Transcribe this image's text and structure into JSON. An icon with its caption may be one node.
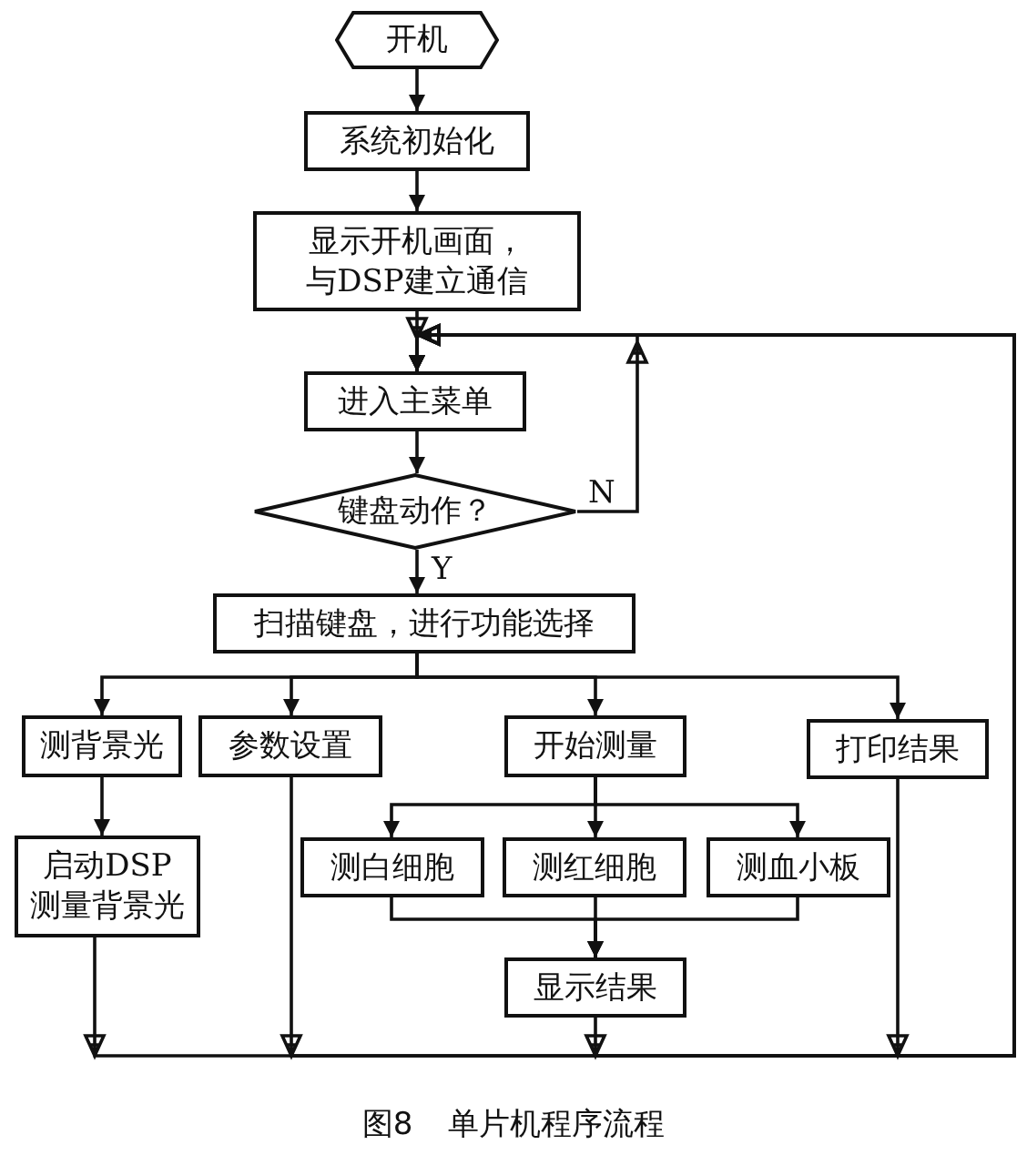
{
  "diagram": {
    "caption": "图8 单片机程序流程",
    "nodes": [
      {
        "text": [
          "开机"
        ]
      },
      {
        "text": [
          "系统初始化"
        ]
      },
      {
        "text": [
          "显示开机画面，与DSP建立通信"
        ]
      },
      {
        "text": [
          "进入主菜单"
        ]
      },
      {
        "text": [
          "键盘动作？"
        ]
      },
      {
        "text": [
          "扫描键盘，进行功能选择"
        ]
      },
      {
        "text": [
          "测背景光"
        ]
      },
      {
        "text": [
          "参数设置"
        ]
      },
      {
        "text": [
          "开始测量"
        ]
      },
      {
        "text": [
          "打印结果"
        ]
      },
      {
        "text": [
          "启动DSP 测量背景光"
        ]
      },
      {
        "text": [
          "测白细胞"
        ]
      },
      {
        "text": [
          "测红细胞"
        ]
      },
      {
        "text": [
          "测血小板"
        ]
      },
      {
        "text": [
          "显示结果"
        ]
      }
    ],
    "edges": [
      {
        "from": 0,
        "to": 1,
        "arrow": "to"
      },
      {
        "from": 1,
        "to": 2,
        "arrow": "to"
      },
      {
        "from": 2,
        "to": 3,
        "arrow": "to"
      },
      {
        "from": 3,
        "to": 4,
        "arrow": "to"
      },
      {
        "from": 4,
        "to": 5,
        "arrow": "to",
        "label": "Y"
      },
      {
        "from": 4,
        "to": 3,
        "arrow": "to",
        "label": "N"
      },
      {
        "from": 5,
        "to": 6,
        "arrow": "to"
      },
      {
        "from": 5,
        "to": 7,
        "arrow": "to"
      },
      {
        "from": 5,
        "to": 8,
        "arrow": "to"
      },
      {
        "from": 5,
        "to": 9,
        "arrow": "to"
      },
      {
        "from": 6,
        "to": 10,
        "arrow": "to"
      },
      {
        "from": 8,
        "to": 11,
        "arrow": "to"
      },
      {
        "from": 8,
        "to": 12,
        "arrow": "to"
      },
      {
        "from": 8,
        "to": 13,
        "arrow": "to"
      },
      {
        "from": 11,
        "to": 14,
        "arrow": "to"
      },
      {
        "from": 12,
        "to": 14,
        "arrow": "to"
      },
      {
        "from": 13,
        "to": 14,
        "arrow": "to"
      },
      {
        "from": 10,
        "to": 3,
        "arrow": "to"
      },
      {
        "from": 7,
        "to": 3,
        "arrow": "to"
      },
      {
        "from": 14,
        "to": 3,
        "arrow": "to"
      },
      {
        "from": 9,
        "to": 3,
        "arrow": "to"
      }
    ]
  }
}
